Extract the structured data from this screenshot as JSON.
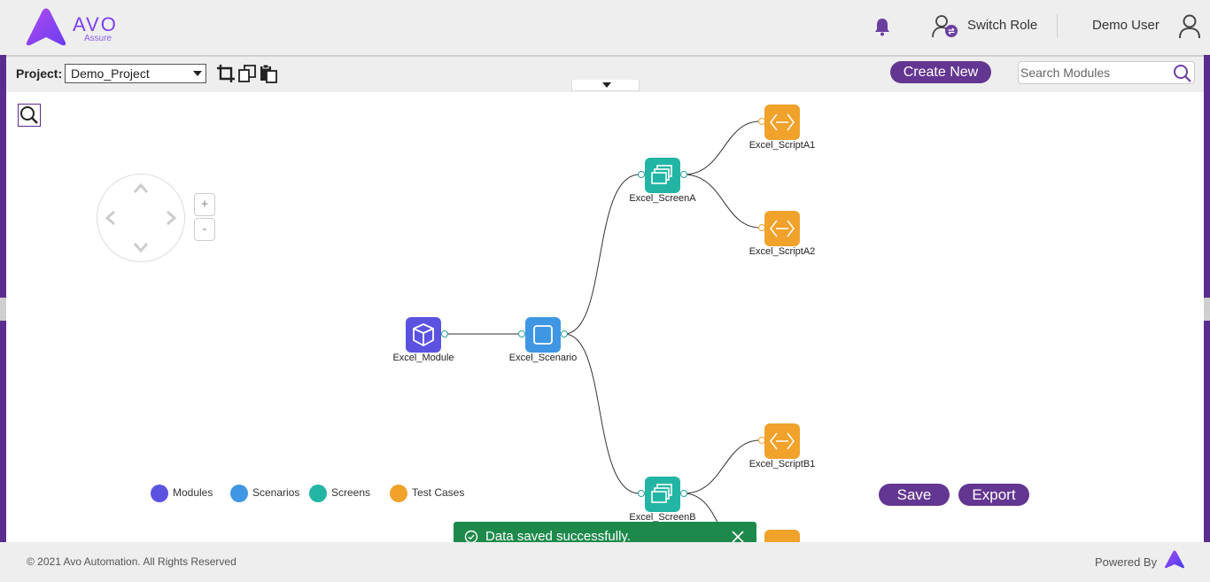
{
  "header": {
    "logo_text": "AVO",
    "logo_sub": "Assure",
    "switch_role_label": "Switch Role",
    "user_name": "Demo User"
  },
  "toolbar": {
    "project_label": "Project:",
    "project_value": "Demo_Project",
    "create_new_label": "Create New",
    "search_placeholder": "Search Modules"
  },
  "tree": {
    "module": "Excel_Module",
    "scenario": "Excel_Scenario",
    "screen_a": "Excel_ScreenA",
    "screen_b": "Excel_ScreenB",
    "script_a1": "Excel_ScriptA1",
    "script_a2": "Excel_ScriptA2",
    "script_b1": "Excel_ScriptB1"
  },
  "zoom": {
    "plus": "+",
    "minus": "-"
  },
  "legend": [
    {
      "label": "Modules",
      "color": "#5b53e0"
    },
    {
      "label": "Scenarios",
      "color": "#3f97e3"
    },
    {
      "label": "Screens",
      "color": "#22b5a4"
    },
    {
      "label": "Test Cases",
      "color": "#f0a22b"
    }
  ],
  "actions": {
    "save_label": "Save",
    "export_label": "Export"
  },
  "toast": {
    "message": "Data saved successfully."
  },
  "footer": {
    "copyright": "© 2021 Avo Automation. All Rights Reserved",
    "powered_by": "Powered By"
  },
  "colors": {
    "brand": "#633691",
    "module": "#5b53e0",
    "scenario": "#3f97e3",
    "screen": "#22b5a4",
    "testcase": "#f0a22b",
    "toast": "#1d8a4b"
  }
}
